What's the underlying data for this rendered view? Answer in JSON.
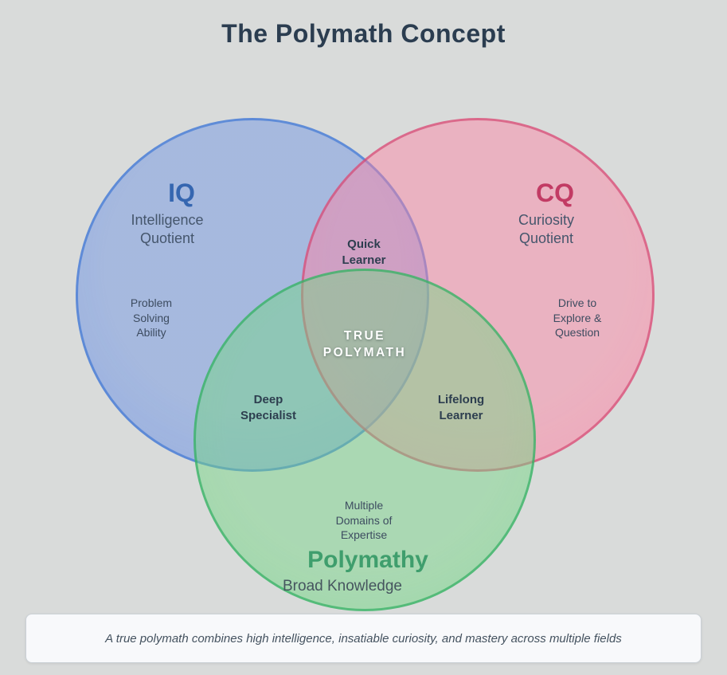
{
  "title": "The Polymath Concept",
  "diagram": {
    "type": "venn",
    "circles": [
      {
        "id": "iq",
        "label": "IQ",
        "subtitle": "Intelligence\nQuotient",
        "detail": "Problem\nSolving\nAbility",
        "fill_color": "#a9bce4",
        "border_color": "#6c94d5",
        "label_color": "#3566b0"
      },
      {
        "id": "cq",
        "label": "CQ",
        "subtitle": "Curiosity\nQuotient",
        "detail": "Drive to\nExplore &\nQuestion",
        "fill_color": "#ecaebe",
        "border_color": "#d47c97",
        "label_color": "#c23b64"
      },
      {
        "id": "polymathy",
        "label": "Polymathy",
        "subtitle": "Broad Knowledge",
        "detail": "Multiple\nDomains of\nExpertise",
        "fill_color": "#a6d8af",
        "border_color": "#67bc89",
        "label_color": "#3f9e6d"
      }
    ],
    "intersections": {
      "iq_cq": "Quick\nLearner",
      "iq_polymathy": "Deep\nSpecialist",
      "cq_polymathy": "Lifelong\nLearner",
      "center": "TRUE\nPOLYMATH"
    }
  },
  "caption": "A true polymath combines high intelligence, insatiable curiosity, and mastery across multiple fields",
  "background_color": "#d9dbda"
}
